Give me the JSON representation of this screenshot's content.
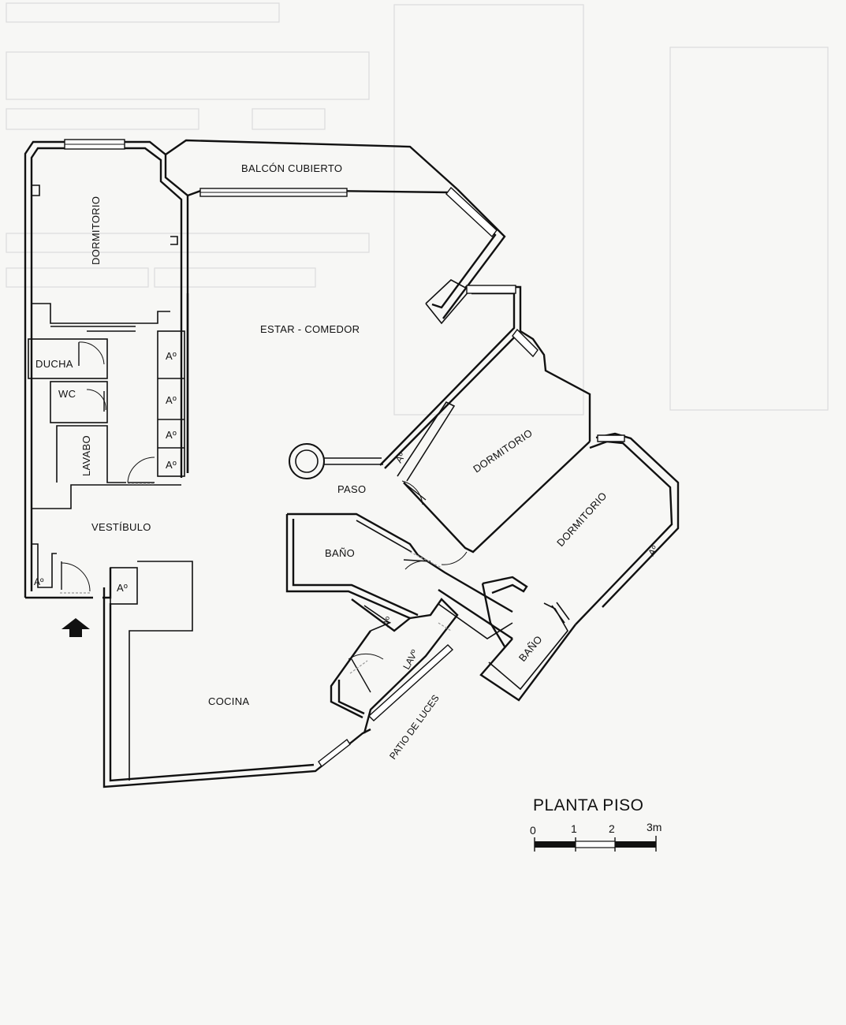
{
  "plan": {
    "title": "PLANTA PISO",
    "rooms": {
      "balcon": "BALCÓN CUBIERTO",
      "estar": "ESTAR - COMEDOR",
      "dormitorio_1": "DORMITORIO",
      "dormitorio_2": "DORMITORIO",
      "dormitorio_3": "DORMITORIO",
      "ducha": "DUCHA",
      "wc": "WC",
      "lavabo": "LAVABO",
      "vestibulo": "VESTÍBULO",
      "paso": "PASO",
      "bano_1": "BAÑO",
      "bano_2": "BAÑO",
      "cocina": "COCINA",
      "lav": "LAVº",
      "patio": "PATIO DE LUCES"
    },
    "armario": "Aº",
    "scale": {
      "labels": [
        "0",
        "1",
        "2",
        "3m"
      ]
    }
  }
}
